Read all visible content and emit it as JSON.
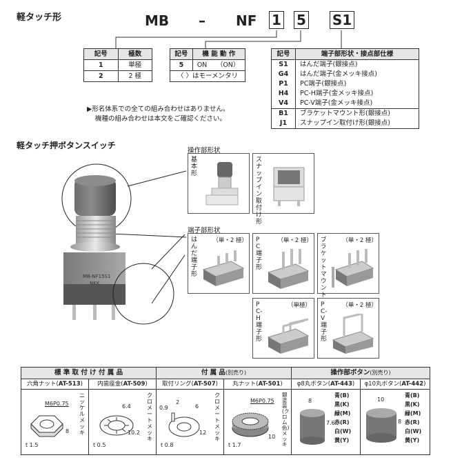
{
  "title": "軽タッチ形",
  "model_code": {
    "mb": "MB",
    "dash": "–",
    "nf": "NF",
    "b1": "1",
    "b2": "5",
    "b3": "S1"
  },
  "table_poles": {
    "headers": [
      "記号",
      "極数"
    ],
    "rows": [
      [
        "1",
        "単極"
      ],
      [
        "2",
        "2 極"
      ]
    ]
  },
  "table_function": {
    "headers": [
      "記号",
      "機 能 動 作"
    ],
    "row": [
      "5",
      "ON",
      "（ON）"
    ],
    "note": "〈 〉はモーメンタリ"
  },
  "table_terminal": {
    "headers": [
      "記号",
      "端子部形状・接点部仕様"
    ],
    "rows": [
      [
        "S1",
        "はんだ端子(銀接点)"
      ],
      [
        "G4",
        "はんだ端子(金メッキ接点)"
      ],
      [
        "P1",
        "PC端子(銀接点)"
      ],
      [
        "H4",
        "PC-H端子(金メッキ接点)"
      ],
      [
        "V4",
        "PC-V端子(金メッキ接点)"
      ],
      [
        "B1",
        "ブラケットマウント形(銀接点)"
      ],
      [
        "J1",
        "スナップイン取付け形(銀接点)"
      ]
    ]
  },
  "note_lines": [
    "▶形名体系での全ての組み合わせはありません。",
    "機種の組み合わせは本文をご確認ください。"
  ],
  "section_title": "軽タッチ押ボタンスイッチ",
  "product_label": "MB-NF15S1",
  "brand": "NKK",
  "actuator": {
    "title": "操作部形状",
    "basic": "基本形",
    "snap": "スナップイン取付け形"
  },
  "terminal": {
    "title": "端子部形状",
    "solder": {
      "name": "はんだ端子形",
      "pole": "（単・2 極）"
    },
    "pc": {
      "name": "PC端子形",
      "pole": "（単・2 極）"
    },
    "bracket": {
      "name": "ブラケットマウント形",
      "pole": "（単・2 極）"
    },
    "pch": {
      "name": "PC-H端子形",
      "pole": "（単極）"
    },
    "pcv": {
      "name": "PC-V端子形",
      "pole": "（単・2 極）"
    }
  },
  "accessories": {
    "h_standard": "標 準 取 付 け 付 属 品",
    "h_acc": "付 属 品",
    "h_acc_sub": "(別売り)",
    "h_btn": "操作部ボタン",
    "h_btn_sub": "(別売り)",
    "items": [
      {
        "name": "六角ナット",
        "code": "AT-513",
        "thread": "M6P0.75",
        "dim": "8",
        "t": "t 1.5",
        "finish": "ニッケルメッキ"
      },
      {
        "name": "内歯座金",
        "code": "AT-509",
        "d1": "6.4",
        "d2": "10.2",
        "t": "t 0.5",
        "finish": "クロメートメッキ"
      },
      {
        "name": "取付リング",
        "code": "AT-507",
        "d1": "2",
        "d2": "6",
        "d3": "12",
        "d4": "0.9",
        "t": "t 0.8",
        "finish": "クロメートメッキ"
      },
      {
        "name": "丸ナット",
        "code": "AT-501",
        "thread": "M6P0.75",
        "dim": "10",
        "t": "t 1.7",
        "finish": "銀塗装(クロム色)メッキ"
      }
    ],
    "buttons": [
      {
        "name": "φ8丸ボタン",
        "code": "AT-443",
        "w": "8",
        "h": "7.6"
      },
      {
        "name": "φ10丸ボタン",
        "code": "AT-442",
        "w": "10",
        "h": "8"
      }
    ],
    "colors": [
      "青(B)",
      "黒(K)",
      "緑(M)",
      "赤(R)",
      "白(W)",
      "黄(Y)"
    ]
  }
}
